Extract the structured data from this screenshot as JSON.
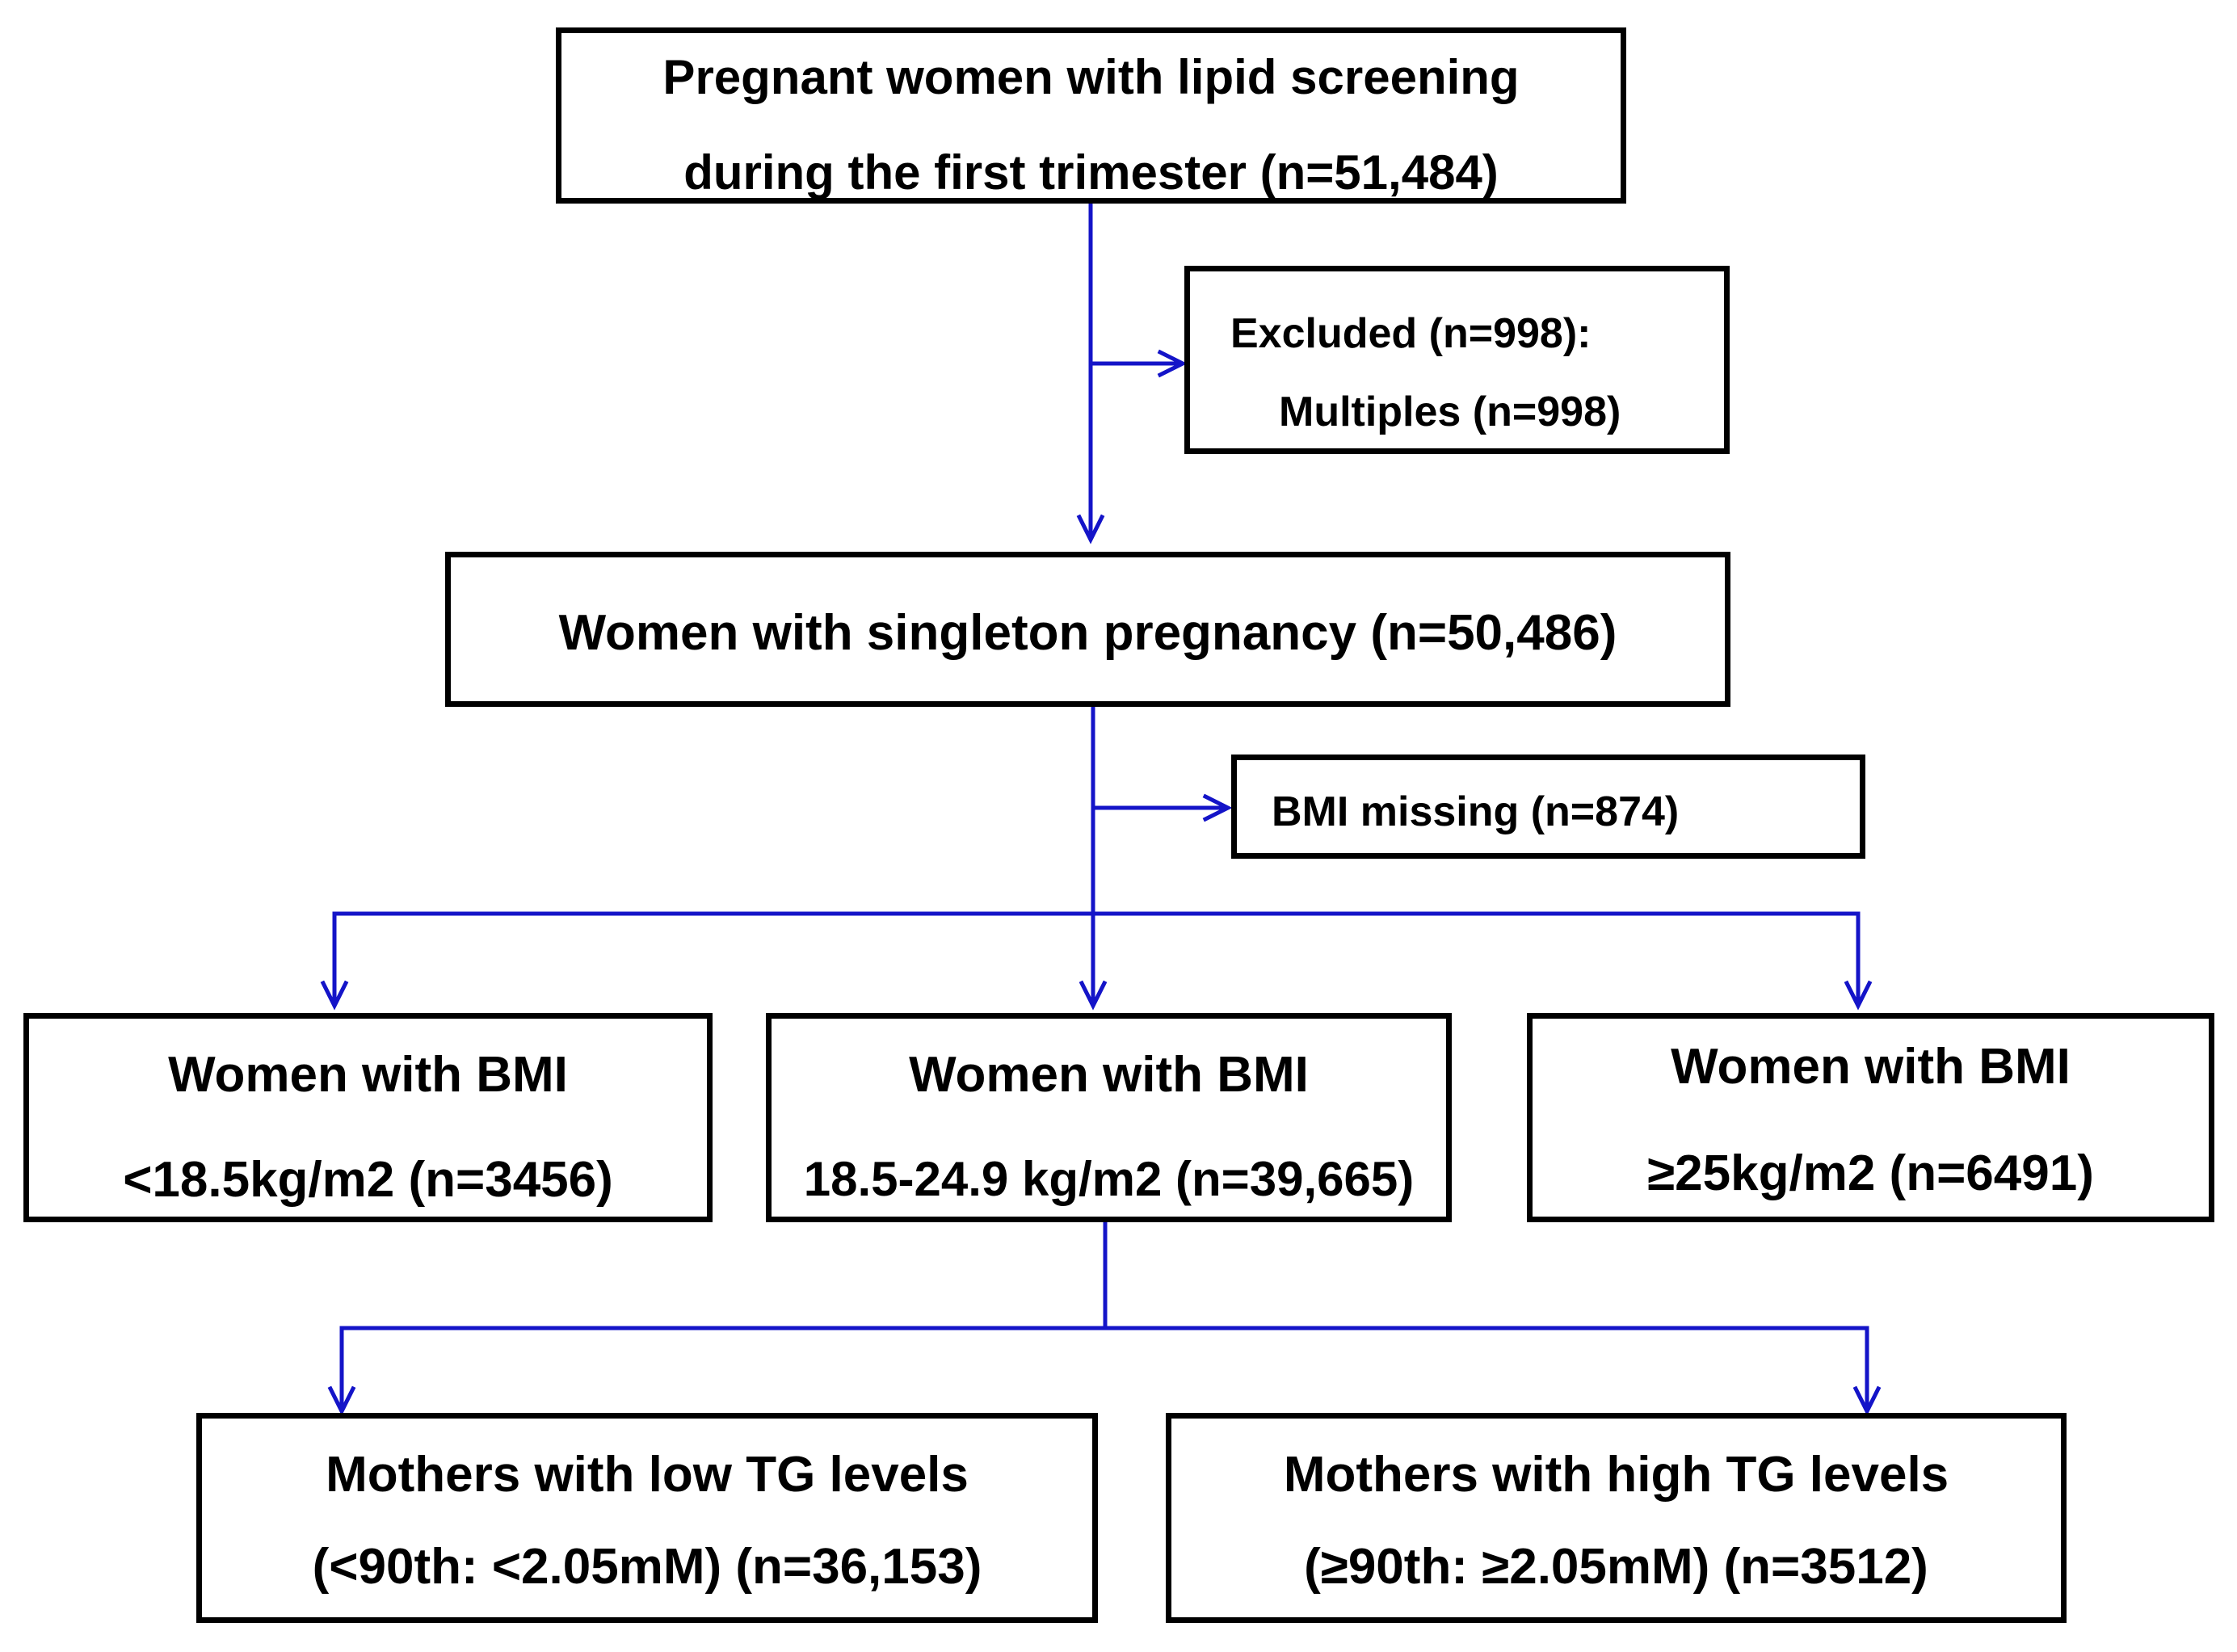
{
  "colors": {
    "connector": "#1414c8",
    "box_border": "#000000",
    "text": "#000000",
    "background": "#ffffff"
  },
  "boxes": {
    "screening": {
      "line1": "Pregnant women with lipid screening",
      "line2": "during the first trimester (n=51,484)"
    },
    "excluded": {
      "line1": "Excluded (n=998):",
      "line2": "Multiples (n=998)"
    },
    "singleton": {
      "line1": "Women with singleton pregnancy (n=50,486)"
    },
    "bmi_missing": {
      "line1": "BMI missing (n=874)"
    },
    "bmi_low": {
      "line1": "Women with BMI",
      "line2": "<18.5kg/m2 (n=3456)"
    },
    "bmi_normal": {
      "line1": "Women with BMI",
      "line2": "18.5-24.9 kg/m2 (n=39,665)"
    },
    "bmi_high": {
      "line1": "Women with BMI",
      "line2": "≥25kg/m2 (n=6491)"
    },
    "tg_low": {
      "line1": "Mothers with low TG levels",
      "line2": "(<90th: <2.05mM) (n=36,153)"
    },
    "tg_high": {
      "line1": "Mothers with high TG levels",
      "line2": "(≥90th: ≥2.05mM) (n=3512)"
    }
  }
}
